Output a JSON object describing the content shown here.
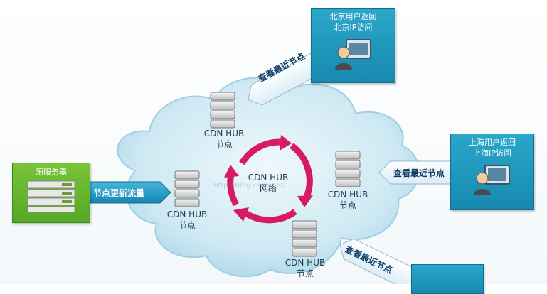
{
  "source_server": {
    "title": "源服务器"
  },
  "beijing": {
    "line1": "北京用户返回",
    "line2": "北京IP访问"
  },
  "shanghai": {
    "line1": "上海用户返回",
    "line2": "上海IP访问"
  },
  "hubs": [
    {
      "line1": "CDN HUB",
      "line2": "节点"
    },
    {
      "line1": "CDN HUB",
      "line2": "节点"
    },
    {
      "line1": "CDN HUB",
      "line2": "节点"
    },
    {
      "line1": "CDN HUB",
      "line2": "节点"
    }
  ],
  "center": {
    "line1": "CDN HUB",
    "line2": "网络"
  },
  "arrows": {
    "update_traffic": "节点更新流量",
    "nearest_top": "查看最近节点",
    "nearest_right": "查看最近节点",
    "nearest_bottom": "查看最近节点"
  },
  "watermark": "http://blog.csdn.net/...",
  "colors": {
    "cloud": "#cfe9f3",
    "box_blue": "#1f98c0",
    "box_green": "#63b52d",
    "ring": "#d81b60"
  }
}
